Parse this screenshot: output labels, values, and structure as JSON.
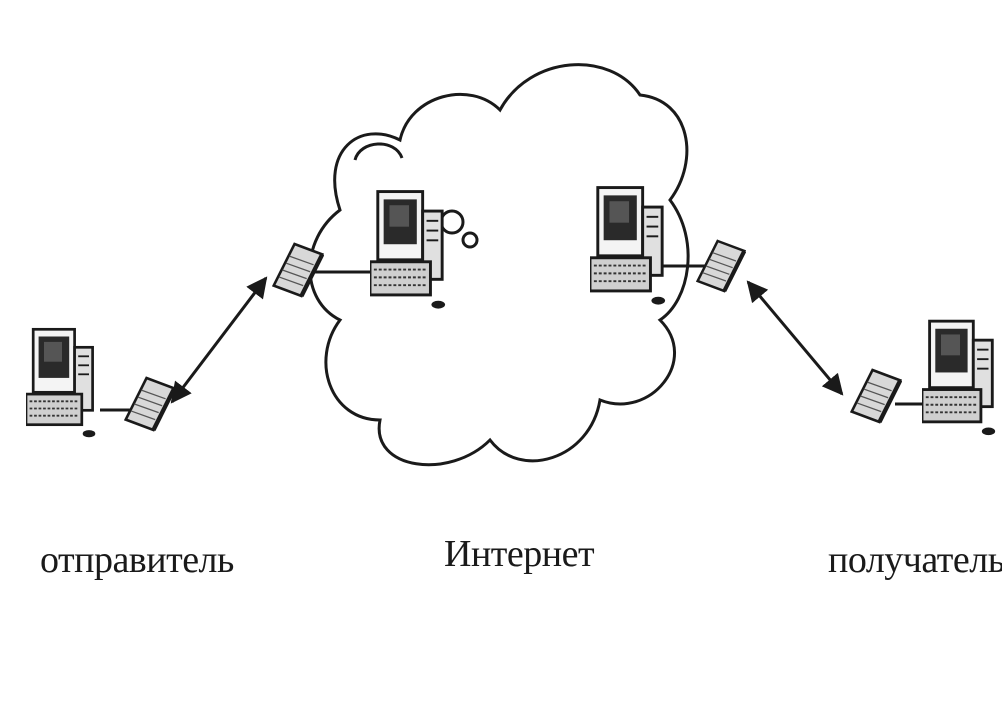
{
  "labels": {
    "sender": "отправитель",
    "internet": "Интернет",
    "receiver": "получатель"
  },
  "colors": {
    "ink": "#1a1a1a",
    "screen": "#2a2a2a",
    "background": "#ffffff"
  },
  "icons": [
    "computer-icon",
    "modem-icon",
    "cloud-icon",
    "double-arrow-icon"
  ]
}
